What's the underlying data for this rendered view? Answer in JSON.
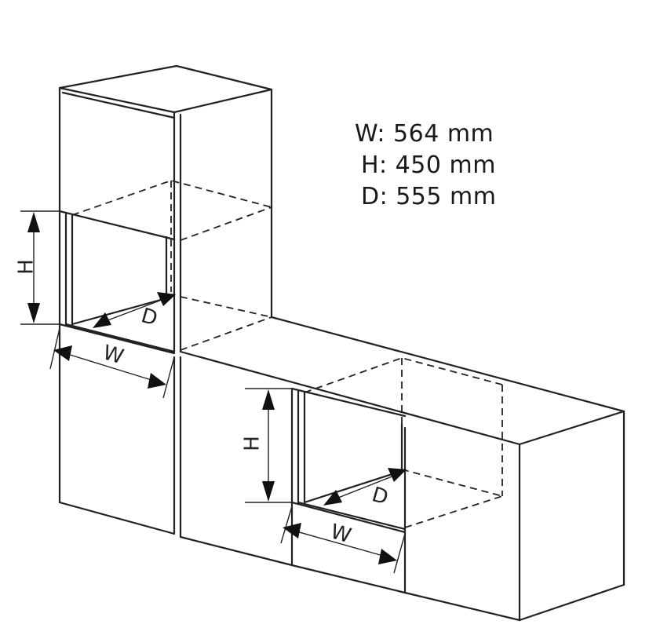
{
  "specs": {
    "width": {
      "label": "W:",
      "value": "564 mm"
    },
    "height": {
      "label": "H:",
      "value": "450 mm"
    },
    "depth": {
      "label": "D:",
      "value": "555 mm"
    }
  },
  "dimension_labels": {
    "tall_height": "H",
    "tall_width": "W",
    "tall_depth": "D",
    "base_height": "H",
    "base_width": "W",
    "base_depth": "D"
  }
}
